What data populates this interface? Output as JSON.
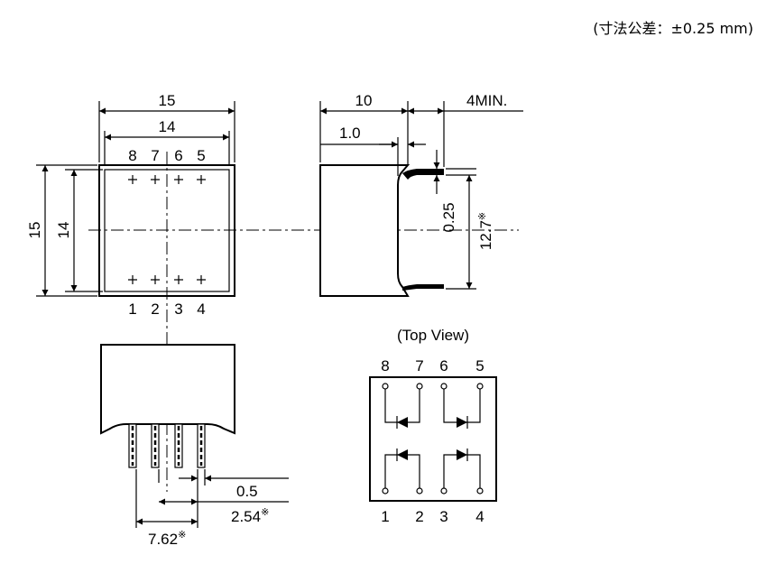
{
  "tolerance_note": "(寸法公差：±0.25 mm)",
  "top_outline": {
    "dim_outer_width": "15",
    "dim_inner_width": "14",
    "dim_outer_height": "15",
    "dim_inner_height": "14",
    "pin_labels_top": [
      "8",
      "7",
      "6",
      "5"
    ],
    "pin_labels_bottom": [
      "1",
      "2",
      "3",
      "4"
    ]
  },
  "side_view": {
    "dim_body_length": "10",
    "dim_lead_min": "4MIN.",
    "dim_offset": "1.0",
    "dim_lead_thickness": "0.25",
    "dim_lead_spacing": "12.7",
    "dim_lead_spacing_mark": "※"
  },
  "front_view": {
    "dim_pin_width": "0.5",
    "dim_pin_pitch": "2.54",
    "dim_pin_pitch_mark": "※",
    "dim_row_spacing": "7.62",
    "dim_row_spacing_mark": "※"
  },
  "top_view": {
    "title": "(Top View)",
    "pin_labels_top": [
      "8",
      "7",
      "6",
      "5"
    ],
    "pin_labels_bottom": [
      "1",
      "2",
      "3",
      "4"
    ]
  }
}
